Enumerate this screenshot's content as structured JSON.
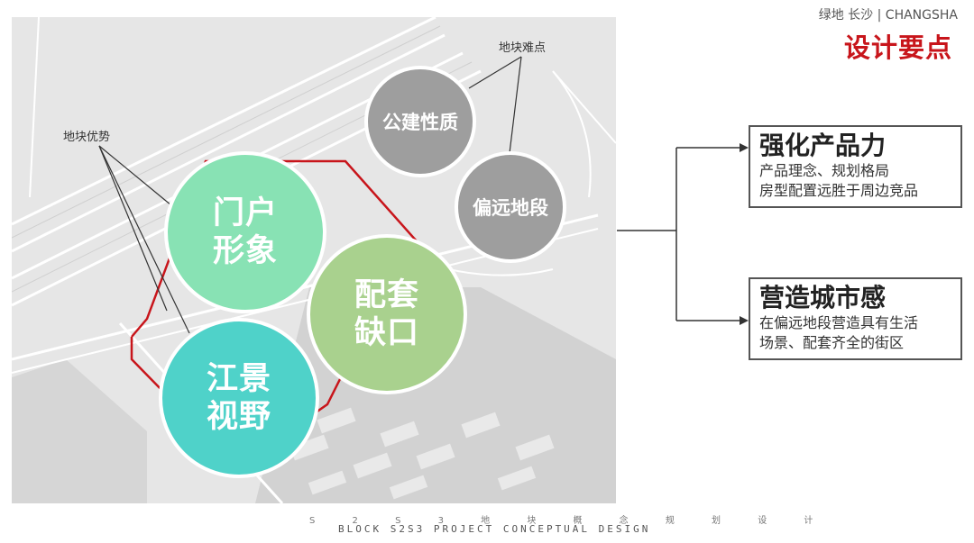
{
  "brand": "绿地 长沙 | CHANGSHA",
  "title": "设计要点",
  "labels": {
    "advantage": "地块优势",
    "difficulty": "地块难点"
  },
  "circles": {
    "gateway": {
      "line1": "门户",
      "line2": "形象",
      "color": "#88e2b4"
    },
    "facilities": {
      "line1": "配套",
      "line2": "缺口",
      "color": "#a9d18e"
    },
    "river": {
      "line1": "江景",
      "line2": "视野",
      "color": "#4fd2c9"
    },
    "public": {
      "text": "公建性质",
      "color": "#9e9e9e"
    },
    "remote": {
      "text": "偏远地段",
      "color": "#9e9e9e"
    }
  },
  "boxes": {
    "product": {
      "head": "强化产品力",
      "line1": "产品理念、规划格局",
      "line2": "房型配置远胜于周边竞品"
    },
    "city": {
      "head": "营造城市感",
      "line1": "在偏远地段营造具有生活",
      "line2": "场景、配套齐全的街区"
    }
  },
  "footer": {
    "line1": "S 2 S 3 地 块 概 念 规 划 设 计",
    "line2": "BLOCK S2S3 PROJECT CONCEPTUAL DESIGN"
  }
}
